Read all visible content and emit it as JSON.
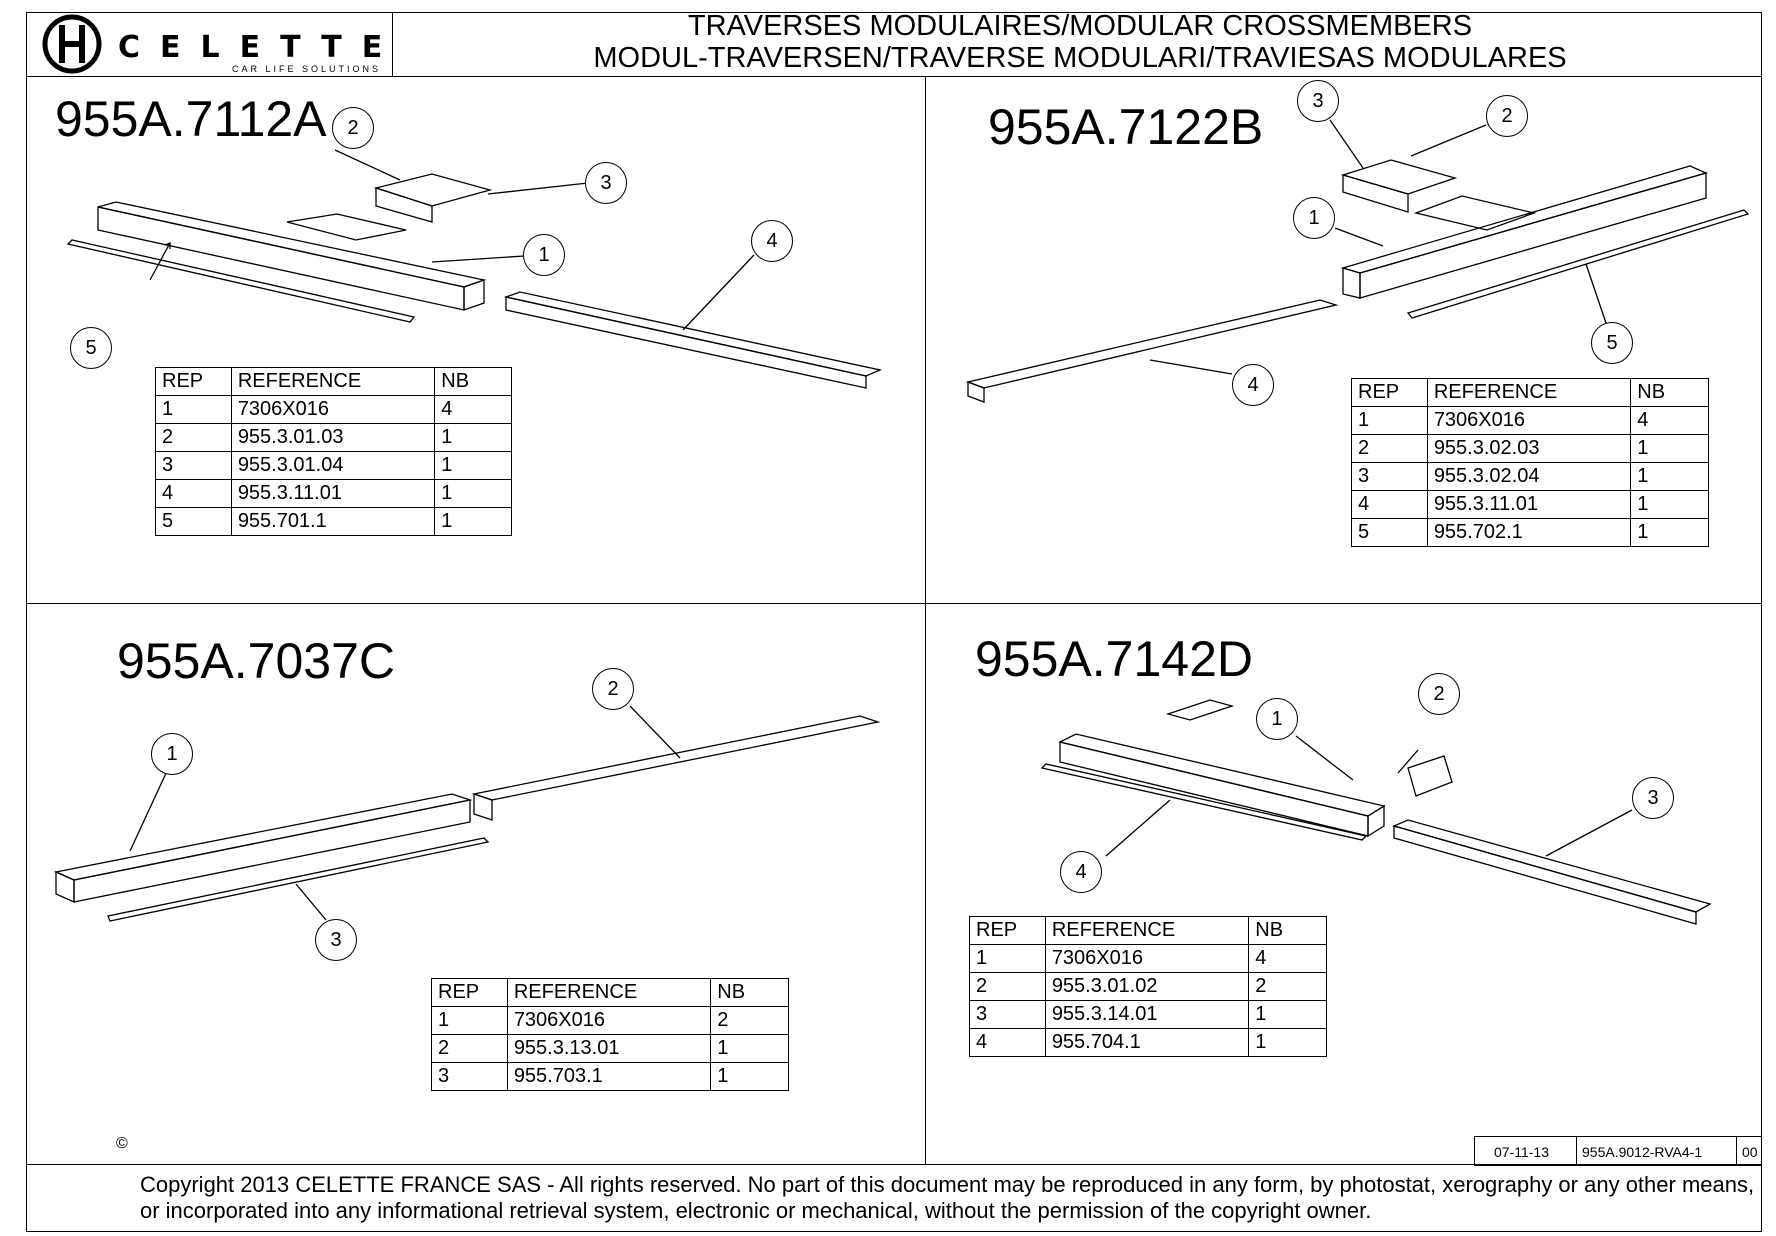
{
  "header": {
    "brand": "CELETTE",
    "tagline": "CAR LIFE SOLUTIONS",
    "title_line1": "TRAVERSES MODULAIRES/MODULAR CROSSMEMBERS",
    "title_line2": "MODUL-TRAVERSEN/TRAVERSE MODULARI/TRAVIESAS MODULARES"
  },
  "panels": [
    {
      "part_number": "955A.7112A",
      "bom_headers": [
        "REP",
        "REFERENCE",
        "NB"
      ],
      "bom_rows": [
        [
          "1",
          "7306X016",
          "4"
        ],
        [
          "2",
          "955.3.01.03",
          "1"
        ],
        [
          "3",
          "955.3.01.04",
          "1"
        ],
        [
          "4",
          "955.3.11.01",
          "1"
        ],
        [
          "5",
          "955.701.1",
          "1"
        ]
      ],
      "callouts": [
        "1",
        "2",
        "3",
        "4",
        "5"
      ]
    },
    {
      "part_number": "955A.7122B",
      "bom_headers": [
        "REP",
        "REFERENCE",
        "NB"
      ],
      "bom_rows": [
        [
          "1",
          "7306X016",
          "4"
        ],
        [
          "2",
          "955.3.02.03",
          "1"
        ],
        [
          "3",
          "955.3.02.04",
          "1"
        ],
        [
          "4",
          "955.3.11.01",
          "1"
        ],
        [
          "5",
          "955.702.1",
          "1"
        ]
      ],
      "callouts": [
        "1",
        "2",
        "3",
        "4",
        "5"
      ]
    },
    {
      "part_number": "955A.7037C",
      "bom_headers": [
        "REP",
        "REFERENCE",
        "NB"
      ],
      "bom_rows": [
        [
          "1",
          "7306X016",
          "2"
        ],
        [
          "2",
          "955.3.13.01",
          "1"
        ],
        [
          "3",
          "955.703.1",
          "1"
        ]
      ],
      "callouts": [
        "1",
        "2",
        "3"
      ]
    },
    {
      "part_number": "955A.7142D",
      "bom_headers": [
        "REP",
        "REFERENCE",
        "NB"
      ],
      "bom_rows": [
        [
          "1",
          "7306X016",
          "4"
        ],
        [
          "2",
          "955.3.01.02",
          "2"
        ],
        [
          "3",
          "955.3.14.01",
          "1"
        ],
        [
          "4",
          "955.704.1",
          "1"
        ]
      ],
      "callouts": [
        "1",
        "2",
        "3",
        "4"
      ]
    }
  ],
  "revision_block": {
    "date": "07-11-13",
    "doc_number": "955A.9012-RVA4-1",
    "revision": "00"
  },
  "footer": {
    "copyright_symbol": "©",
    "copyright_text": "Copyright 2013 CELETTE FRANCE SAS - All rights reserved. No part of this document may be reproduced in any form, by photostat, xerography or any other means, or incorporated into any informational retrieval system, electronic or mechanical, without the permission of the copyright owner."
  }
}
